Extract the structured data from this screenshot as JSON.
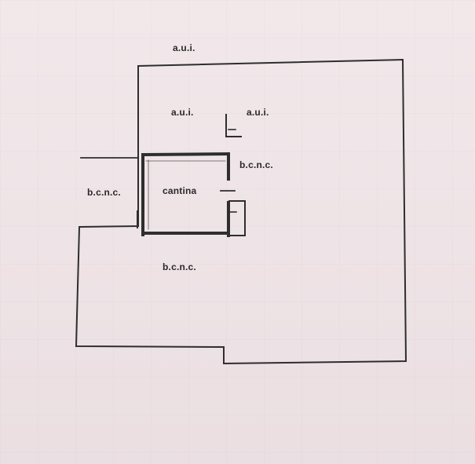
{
  "labels": {
    "top": "a.u.i.",
    "inner_left": "a.u.i.",
    "inner_right": "a.u.i.",
    "right_of_cellar": "b.c.n.c.",
    "left": "b.c.n.c.",
    "room": "cantina",
    "bottom": "b.c.n.c."
  },
  "colors": {
    "paper": "#efe3e6",
    "line": "#2d2d2d",
    "grid": "#d8c8cc"
  }
}
